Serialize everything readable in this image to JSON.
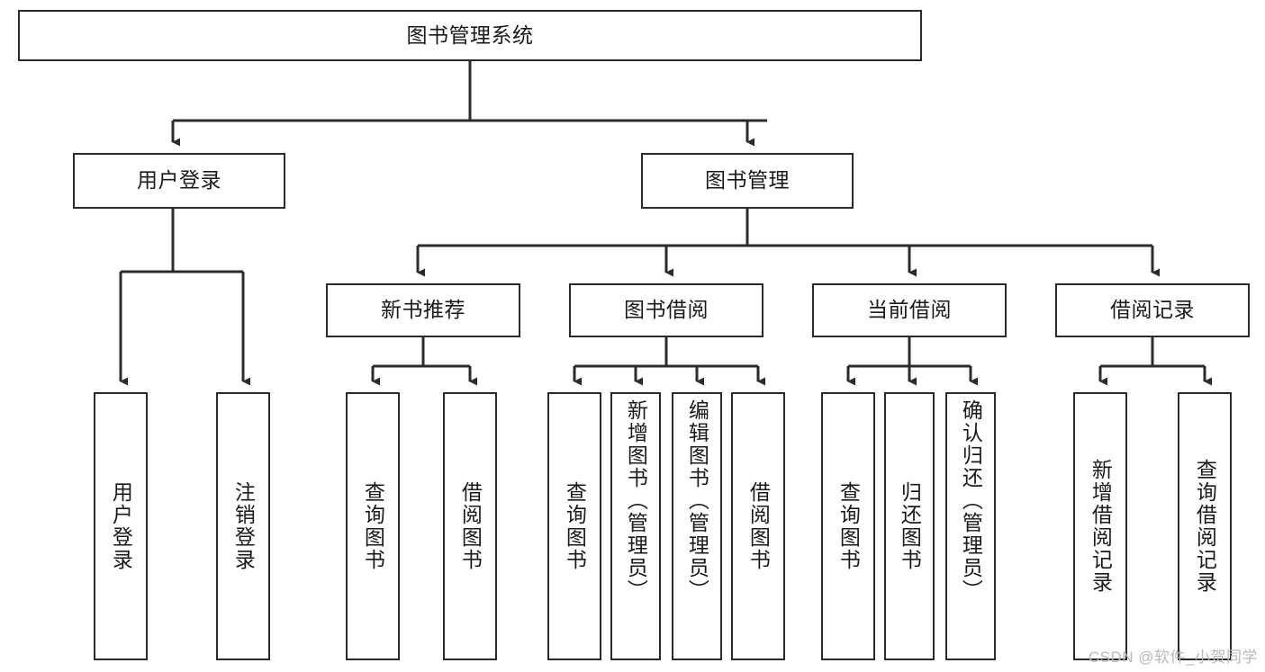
{
  "diagram": {
    "type": "tree-hierarchy-chart",
    "title": "图书管理系统",
    "orientation": "top-down",
    "line_color": "#2b2b2b",
    "box_fill": "#ffffff",
    "text_color": "#1a1a1a",
    "root": {
      "id": "root",
      "label": "图书管理系统"
    },
    "level2": [
      {
        "id": "user-login",
        "label": "用户登录"
      },
      {
        "id": "book-manage",
        "label": "图书管理"
      }
    ],
    "level3": [
      {
        "id": "new-book-recommend",
        "label": "新书推荐",
        "parent": "book-manage"
      },
      {
        "id": "book-borrow",
        "label": "图书借阅",
        "parent": "book-manage"
      },
      {
        "id": "current-borrow",
        "label": "当前借阅",
        "parent": "book-manage"
      },
      {
        "id": "borrow-record",
        "label": "借阅记录",
        "parent": "book-manage"
      }
    ],
    "leaves": [
      {
        "id": "leaf-user-login",
        "label": "用户登录",
        "parent": "user-login"
      },
      {
        "id": "leaf-user-logout",
        "label": "注销登录",
        "parent": "user-login"
      },
      {
        "id": "leaf-query-book-1",
        "label": "查询图书",
        "parent": "new-book-recommend"
      },
      {
        "id": "leaf-borrow-book-1",
        "label": "借阅图书",
        "parent": "new-book-recommend"
      },
      {
        "id": "leaf-query-book-2",
        "label": "查询图书",
        "parent": "book-borrow"
      },
      {
        "id": "leaf-add-book",
        "label": "新增图书（管理员）",
        "parent": "book-borrow"
      },
      {
        "id": "leaf-edit-book",
        "label": "编辑图书（管理员）",
        "parent": "book-borrow"
      },
      {
        "id": "leaf-borrow-book-2",
        "label": "借阅图书",
        "parent": "book-borrow"
      },
      {
        "id": "leaf-query-book-3",
        "label": "查询图书",
        "parent": "current-borrow"
      },
      {
        "id": "leaf-return-book",
        "label": "归还图书",
        "parent": "current-borrow"
      },
      {
        "id": "leaf-confirm-return",
        "label": "确认归还（管理员）",
        "parent": "current-borrow"
      },
      {
        "id": "leaf-add-record",
        "label": "新增借阅记录",
        "parent": "borrow-record"
      },
      {
        "id": "leaf-query-record",
        "label": "查询借阅记录",
        "parent": "borrow-record"
      }
    ]
  },
  "watermark": {
    "text": "CSDN @软件_小贺同学"
  }
}
